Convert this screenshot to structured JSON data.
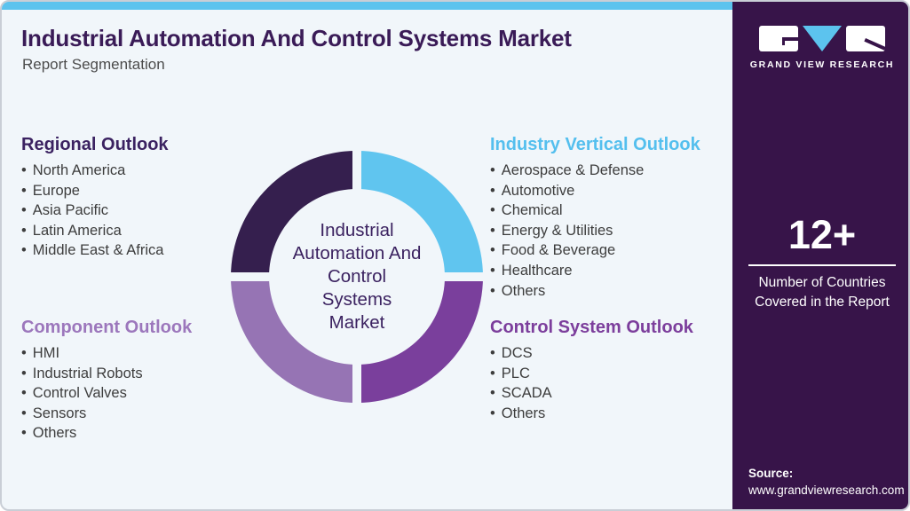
{
  "page": {
    "background": "#f1f6fa",
    "topbar_color": "#5cc3ee"
  },
  "header": {
    "title": "Industrial Automation And Control Systems Market",
    "subtitle": "Report Segmentation"
  },
  "sections": {
    "regional": {
      "heading": "Regional Outlook",
      "accent": "#3b2261",
      "items": [
        "North America",
        "Europe",
        "Asia Pacific",
        "Latin America",
        "Middle East & Africa"
      ]
    },
    "component": {
      "heading": "Component Outlook",
      "accent": "#9c77bc",
      "items": [
        "HMI",
        "Industrial Robots",
        "Control Valves",
        "Sensors",
        "Others"
      ]
    },
    "industry_vertical": {
      "heading": "Industry Vertical Outlook",
      "accent": "#54bfee",
      "items": [
        "Aerospace & Defense",
        "Automotive",
        "Chemical",
        "Energy & Utilities",
        "Food & Beverage",
        "Healthcare",
        "Others"
      ]
    },
    "control_system": {
      "heading": "Control System Outlook",
      "accent": "#7c3e9c",
      "items": [
        "DCS",
        "PLC",
        "SCADA",
        "Others"
      ]
    }
  },
  "donut": {
    "center_label": "Industrial\nAutomation And\nControl\nSystems\nMarket",
    "segments": [
      {
        "position": "top-left",
        "color": "#351f4e",
        "linked_section": "Regional Outlook"
      },
      {
        "position": "top-right",
        "color": "#60c5ef",
        "linked_section": "Industry Vertical Outlook"
      },
      {
        "position": "bottom-right",
        "color": "#7a3f9c",
        "linked_section": "Control System Outlook"
      },
      {
        "position": "bottom-left",
        "color": "#9674b4",
        "linked_section": "Component Outlook"
      }
    ]
  },
  "sidebar": {
    "background": "#371449",
    "brand": "GRAND VIEW RESEARCH",
    "stat_value": "12+",
    "stat_label": "Number of Countries\nCovered in the Report",
    "source_label": "Source:",
    "source_url": "www.grandviewresearch.com"
  }
}
